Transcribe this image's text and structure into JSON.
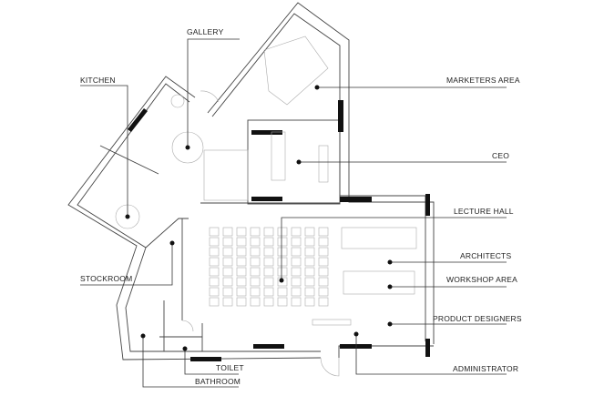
{
  "labels": {
    "gallery": "GALLERY",
    "kitchen": "KITCHEN",
    "marketers_area": "MARKETERS AREA",
    "ceo": "CEO",
    "lecture_hall": "LECTURE HALL",
    "architects": "ARCHITECTS",
    "workshop_area": "WORKSHOP AREA",
    "product_designers": "PRODUCT DESIGNERS",
    "administrator": "ADMINISTRATOR",
    "stockroom": "STOCKROOM",
    "toilet": "TOILET",
    "bathroom": "BATHROOM"
  },
  "lecture_hall_seating": {
    "columns": 9,
    "rows": 8
  }
}
